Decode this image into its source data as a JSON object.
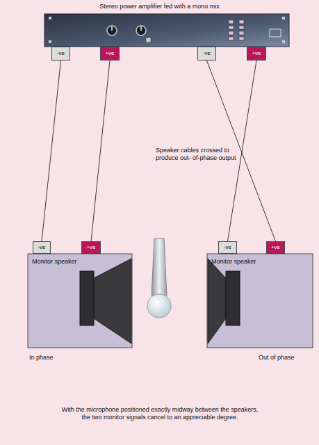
{
  "diagram": {
    "title": "Stereo power amplifier fed with a mono mix",
    "caption": "With the microphone positioned exactly midway between the speakers, the two monitor signals cancel to an appreciable degree.",
    "nodes": [
      {
        "text": [
          "-ve"
        ]
      },
      {
        "text": [
          "+ve"
        ]
      },
      {
        "text": [
          "-ve"
        ]
      },
      {
        "text": [
          "+ve"
        ]
      },
      {
        "text": [
          "-ve"
        ]
      },
      {
        "text": [
          "+ve"
        ]
      },
      {
        "text": [
          "-ve"
        ]
      },
      {
        "text": [
          "+ve"
        ]
      },
      {
        "text": [
          "Monitor speaker"
        ]
      },
      {
        "text": [
          "Monitor speaker"
        ]
      }
    ],
    "edges": [
      {
        "from": 0,
        "to": 4,
        "arrow": "none"
      },
      {
        "from": 1,
        "to": 5,
        "arrow": "none"
      },
      {
        "from": 2,
        "to": 7,
        "arrow": "none"
      },
      {
        "from": 3,
        "to": 6,
        "arrow": "none"
      }
    ],
    "labels": [
      "Speaker cables crossed to produce out- of-phase output",
      "In phase",
      "Out of phase"
    ]
  }
}
